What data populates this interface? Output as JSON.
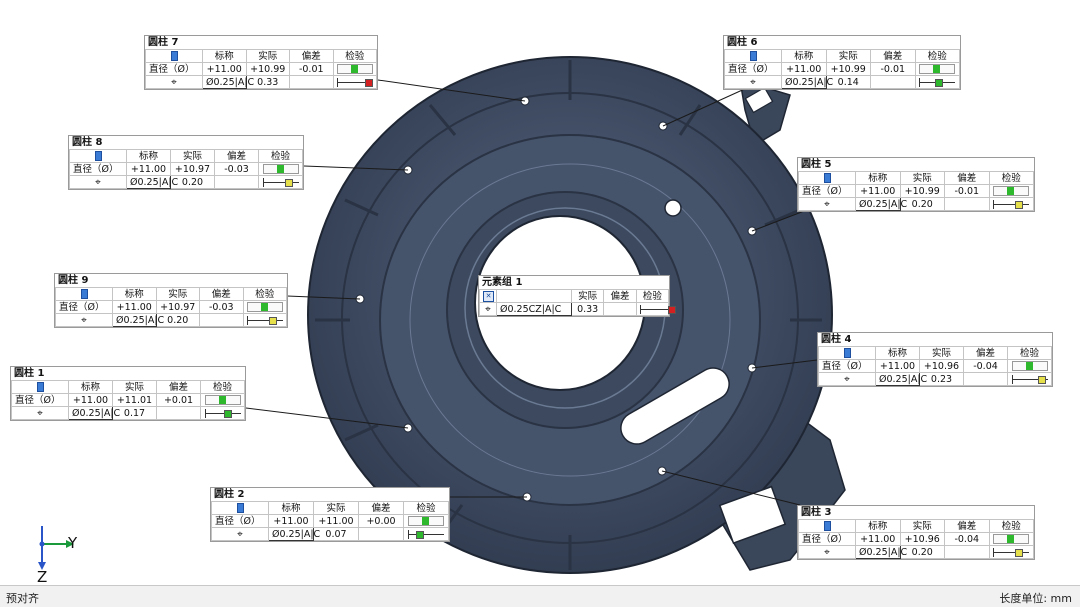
{
  "colors": {
    "part": "#3e4c63",
    "part_dark": "#2c3648",
    "part_light": "#5b6a82",
    "green": "#2db82d",
    "yellow": "#e6e04a",
    "red": "#d42020"
  },
  "statusbar": {
    "left": "预对齐",
    "right": "长度单位: mm"
  },
  "axes": {
    "y": "Y",
    "z": "Z"
  },
  "callouts": [
    {
      "id": "c7",
      "title": "圆柱 7",
      "h1": "标称",
      "h2": "实际",
      "h3": "偏差",
      "h4": "检验",
      "dia_label": "直径（Ø）",
      "nominal": "+11.00",
      "actual": "+10.99",
      "deviation": "-0.01",
      "fcf": "Ø0.25|A|C",
      "pos_actual": "0.33",
      "pos_status": "red",
      "pos_fraction": 1.0
    },
    {
      "id": "c6",
      "title": "圆柱 6",
      "h1": "标称",
      "h2": "实际",
      "h3": "偏差",
      "h4": "检验",
      "dia_label": "直径（Ø）",
      "nominal": "+11.00",
      "actual": "+10.99",
      "deviation": "-0.01",
      "fcf": "Ø0.25|A|C",
      "pos_actual": "0.14",
      "pos_status": "green",
      "pos_fraction": 0.56
    },
    {
      "id": "c8",
      "title": "圆柱 8",
      "h1": "标称",
      "h2": "实际",
      "h3": "偏差",
      "h4": "检验",
      "dia_label": "直径（Ø）",
      "nominal": "+11.00",
      "actual": "+10.97",
      "deviation": "-0.03",
      "fcf": "Ø0.25|A|C",
      "pos_actual": "0.20",
      "pos_status": "yellow",
      "pos_fraction": 0.8
    },
    {
      "id": "c5",
      "title": "圆柱 5",
      "h1": "标称",
      "h2": "实际",
      "h3": "偏差",
      "h4": "检验",
      "dia_label": "直径（Ø）",
      "nominal": "+11.00",
      "actual": "+10.99",
      "deviation": "-0.01",
      "fcf": "Ø0.25|A|C",
      "pos_actual": "0.20",
      "pos_status": "yellow",
      "pos_fraction": 0.8
    },
    {
      "id": "c9",
      "title": "圆柱 9",
      "h1": "标称",
      "h2": "实际",
      "h3": "偏差",
      "h4": "检验",
      "dia_label": "直径（Ø）",
      "nominal": "+11.00",
      "actual": "+10.97",
      "deviation": "-0.03",
      "fcf": "Ø0.25|A|C",
      "pos_actual": "0.20",
      "pos_status": "yellow",
      "pos_fraction": 0.8
    },
    {
      "id": "c4",
      "title": "圆柱 4",
      "h1": "标称",
      "h2": "实际",
      "h3": "偏差",
      "h4": "检验",
      "dia_label": "直径（Ø）",
      "nominal": "+11.00",
      "actual": "+10.96",
      "deviation": "-0.04",
      "fcf": "Ø0.25|A|C",
      "pos_actual": "0.23",
      "pos_status": "yellow",
      "pos_fraction": 0.92
    },
    {
      "id": "c1",
      "title": "圆柱 1",
      "h1": "标称",
      "h2": "实际",
      "h3": "偏差",
      "h4": "检验",
      "dia_label": "直径（Ø）",
      "nominal": "+11.00",
      "actual": "+11.01",
      "deviation": "+0.01",
      "fcf": "Ø0.25|A|C",
      "pos_actual": "0.17",
      "pos_status": "green",
      "pos_fraction": 0.68
    },
    {
      "id": "c2",
      "title": "圆柱 2",
      "h1": "标称",
      "h2": "实际",
      "h3": "偏差",
      "h4": "检验",
      "dia_label": "直径（Ø）",
      "nominal": "+11.00",
      "actual": "+11.00",
      "deviation": "+0.00",
      "fcf": "Ø0.25|A|C",
      "pos_actual": "0.07",
      "pos_status": "green",
      "pos_fraction": 0.28
    },
    {
      "id": "c3",
      "title": "圆柱 3",
      "h1": "标称",
      "h2": "实际",
      "h3": "偏差",
      "h4": "检验",
      "dia_label": "直径（Ø）",
      "nominal": "+11.00",
      "actual": "+10.96",
      "deviation": "-0.04",
      "fcf": "Ø0.25|A|C",
      "pos_actual": "0.20",
      "pos_status": "yellow",
      "pos_fraction": 0.8
    }
  ],
  "group": {
    "title": "元素组 1",
    "h2": "实际",
    "h3": "偏差",
    "h4": "检验",
    "fcf": "Ø0.25CZ|A|C",
    "pos_actual": "0.33",
    "pos_status": "red",
    "pos_fraction": 1.0
  }
}
